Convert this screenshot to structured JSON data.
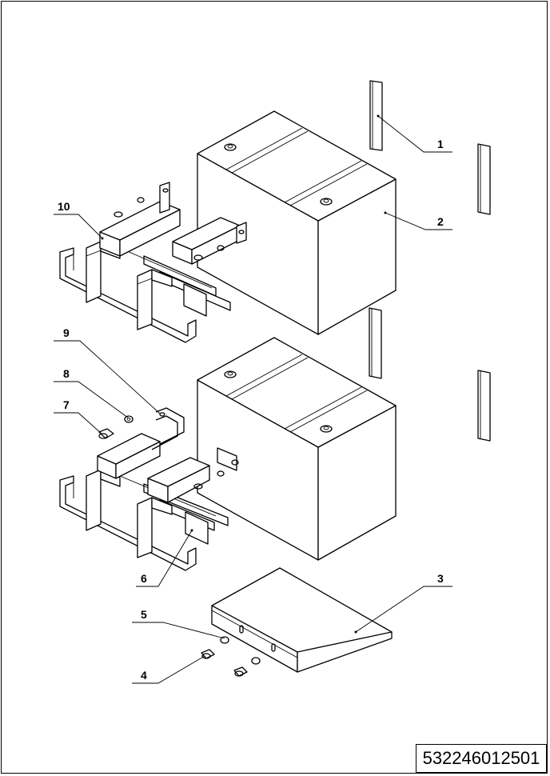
{
  "document_number": "532246012501",
  "callouts": [
    {
      "id": "1",
      "label": "1"
    },
    {
      "id": "2",
      "label": "2"
    },
    {
      "id": "3",
      "label": "3"
    },
    {
      "id": "4",
      "label": "4"
    },
    {
      "id": "5",
      "label": "5"
    },
    {
      "id": "6",
      "label": "6"
    },
    {
      "id": "7",
      "label": "7"
    },
    {
      "id": "8",
      "label": "8"
    },
    {
      "id": "9",
      "label": "9"
    },
    {
      "id": "10",
      "label": "10"
    }
  ]
}
